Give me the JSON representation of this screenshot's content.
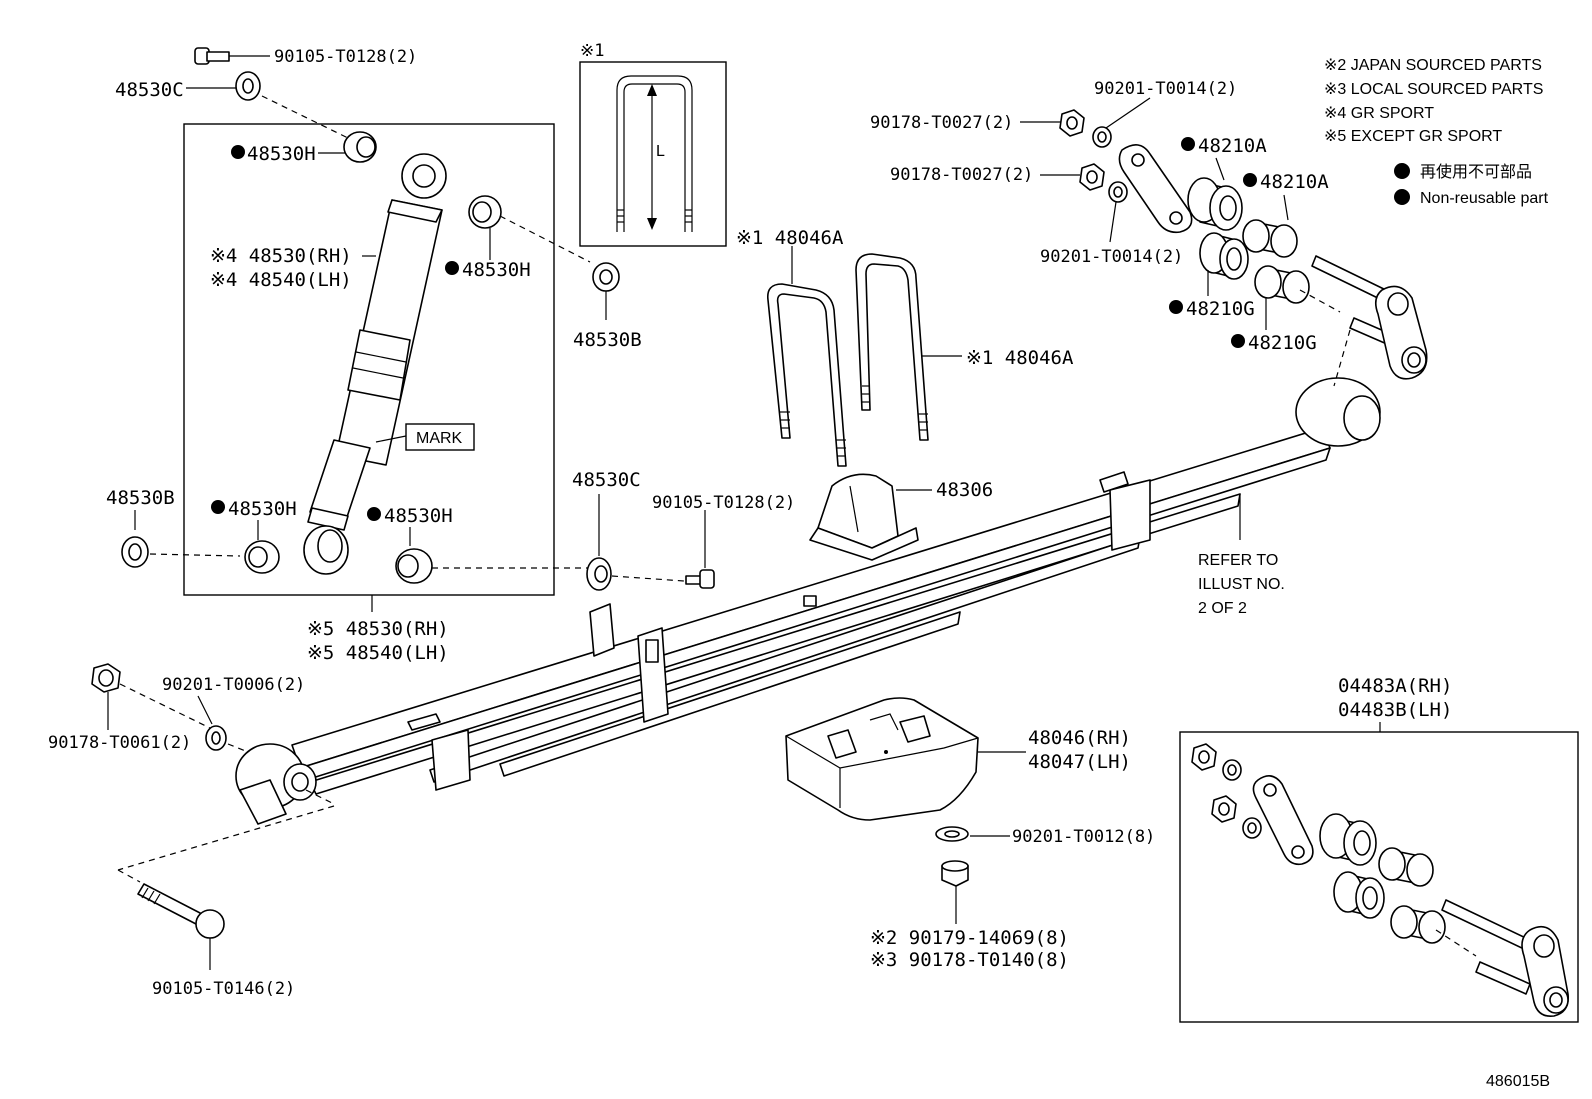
{
  "legend": {
    "note2": "※2 JAPAN SOURCED PARTS",
    "note3": "※3 LOCAL SOURCED PARTS",
    "note4": "※4 GR SPORT",
    "note5": "※5 EXCEPT GR SPORT",
    "nonreusable_jp": "再使用不可部品",
    "nonreusable_en": "Non-reusable part"
  },
  "inset": {
    "ref": "※1",
    "length_label": "L"
  },
  "refer": {
    "line1": "REFER TO",
    "line2": "ILLUST NO.",
    "line3": "2 OF 2"
  },
  "mark_label": "MARK",
  "figure_id": "486015B",
  "labels": {
    "bolt_top": "90105-T0128(2)",
    "c48530C_top": "48530C",
    "h48530H_top": "48530H",
    "shock_rh4": "※4 48530(RH)",
    "shock_lh4": "※4 48540(LH)",
    "h48530H_right": "48530H",
    "b48530B_right": "48530B",
    "b48530B_left": "48530B",
    "h48530H_low_left": "48530H",
    "h48530H_low_right": "48530H",
    "c48530C_low": "48530C",
    "bolt_low": "90105-T0128(2)",
    "shock_rh5": "※5 48530(RH)",
    "shock_lh5": "※5 48540(LH)",
    "ubolt_a1": "※1 48046A",
    "ubolt_a2": "※1 48046A",
    "bumper": "48306",
    "washer_t0014_top": "90201-T0014(2)",
    "nut_t0027_1": "90178-T0027(2)",
    "nut_t0027_2": "90178-T0027(2)",
    "washer_t0014_bot": "90201-T0014(2)",
    "bush_210a_1": "48210A",
    "bush_210a_2": "48210A",
    "bush_210g_1": "48210G",
    "bush_210g_2": "48210G",
    "washer_t0006": "90201-T0006(2)",
    "nut_t0061": "90178-T0061(2)",
    "bolt_t0146": "90105-T0146(2)",
    "plate_rh": "48046(RH)",
    "plate_lh": "48047(LH)",
    "washer_t0012": "90201-T0012(8)",
    "nut_14069": "※2 90179-14069(8)",
    "nut_t0140": "※3 90178-T0140(8)",
    "kit_rh": "04483A(RH)",
    "kit_lh": "04483B(LH)"
  }
}
